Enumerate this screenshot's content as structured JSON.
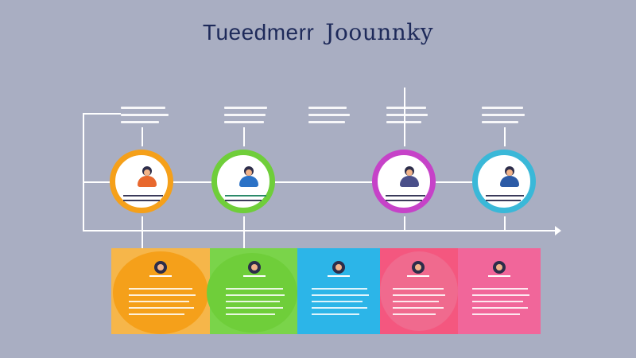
{
  "title": {
    "word1": "Tueedmerr",
    "word2": "Joounnky"
  },
  "colors": {
    "background": "#a9aec2",
    "orange": "#f5a01a",
    "green": "#6fce3a",
    "blue": "#2cb5e8",
    "magenta": "#c642c8",
    "cyan": "#3ab8d8",
    "pink": "#f4577f",
    "axis": "#ffffff",
    "title": "#1e2a5a"
  },
  "stages": [
    {
      "id": "stage-1",
      "ring_color": "orange",
      "icon": "person-icon"
    },
    {
      "id": "stage-2",
      "ring_color": "green",
      "icon": "person-icon"
    },
    {
      "id": "stage-3",
      "ring_color": "magenta",
      "icon": "person-icon"
    },
    {
      "id": "stage-4",
      "ring_color": "cyan",
      "icon": "person-icon"
    }
  ],
  "cards": [
    {
      "id": "card-1",
      "color": "orange",
      "icon": "person-icon"
    },
    {
      "id": "card-2",
      "color": "green",
      "icon": "person-icon"
    },
    {
      "id": "card-3",
      "color": "blue",
      "icon": "person-icon"
    },
    {
      "id": "card-4",
      "color": "pink",
      "icon": "person-icon"
    },
    {
      "id": "card-5",
      "color": "pink",
      "icon": "person-icon"
    }
  ]
}
